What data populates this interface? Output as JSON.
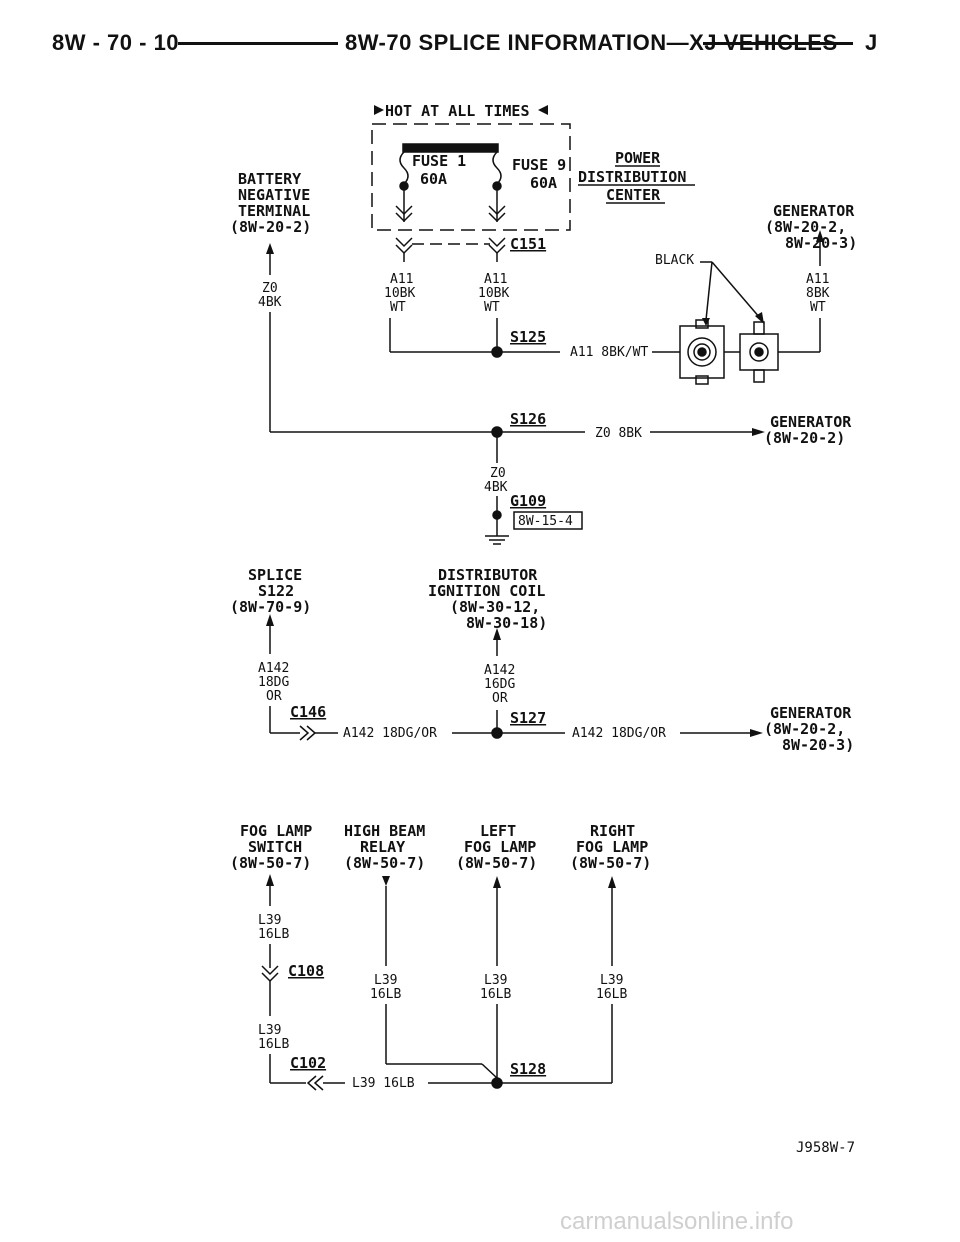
{
  "header": {
    "page_number": "8W - 70 - 10",
    "title": "8W-70 SPLICE INFORMATION—XJ VEHICLES",
    "letter": "J"
  },
  "diagram1": {
    "hot": "HOT AT ALL TIMES",
    "fuse1_a": "FUSE 1",
    "fuse1_b": "60A",
    "fuse9_a": "FUSE 9",
    "fuse9_b": "60A",
    "pdc": [
      "POWER",
      "DISTRIBUTION",
      "CENTER"
    ],
    "battery": [
      "BATTERY",
      "NEGATIVE",
      "TERMINAL",
      "(8W-20-2)"
    ],
    "generator_top": [
      "GENERATOR",
      "(8W-20-2,",
      "8W-20-3)"
    ],
    "c151": "C151",
    "a11_left": [
      "A11",
      "10BK",
      "WT"
    ],
    "a11_mid": [
      "A11",
      "10BK",
      "WT"
    ],
    "a11_right": [
      "A11",
      "8BK",
      "WT"
    ],
    "z0_left": [
      "Z0",
      "4BK"
    ],
    "black": "BLACK",
    "s125": "S125",
    "a11_8bkwt": "A11 8BK/WT",
    "s126": "S126",
    "z0_8bk": "Z0 8BK",
    "generator_mid": [
      "GENERATOR",
      "(8W-20-2)"
    ],
    "z0_bottom": [
      "Z0",
      "4BK"
    ],
    "g109": "G109",
    "ref": "8W-15-4"
  },
  "diagram2": {
    "splice": [
      "SPLICE",
      "S122",
      "(8W-70-9)"
    ],
    "distributor": [
      "DISTRIBUTOR",
      "IGNITION COIL",
      "(8W-30-12,",
      "8W-30-18)"
    ],
    "a142_left": [
      "A142",
      "18DG",
      "OR"
    ],
    "a142_mid": [
      "A142",
      "16DG",
      "OR"
    ],
    "c146": "C146",
    "s127": "S127",
    "wire_left": "A142 18DG/OR",
    "wire_right": "A142 18DG/OR",
    "generator": [
      "GENERATOR",
      "(8W-20-2,",
      "8W-20-3)"
    ]
  },
  "diagram3": {
    "fog_switch": [
      "FOG LAMP",
      "SWITCH",
      "(8W-50-7)"
    ],
    "high_beam": [
      "HIGH BEAM",
      "RELAY",
      "(8W-50-7)"
    ],
    "left_fog": [
      "LEFT",
      "FOG LAMP",
      "(8W-50-7)"
    ],
    "right_fog": [
      "RIGHT",
      "FOG LAMP",
      "(8W-50-7)"
    ],
    "l39_a": [
      "L39",
      "16LB"
    ],
    "c108": "C108",
    "l39_b": [
      "L39",
      "16LB"
    ],
    "l39_c": [
      "L39",
      "16LB"
    ],
    "l39_d": [
      "L39",
      "16LB"
    ],
    "l39_e": [
      "L39",
      "16LB"
    ],
    "c102": "C102",
    "s128": "S128",
    "wire": "L39 16LB"
  },
  "figure_id": "J958W-7",
  "watermark": "carmanualsonline.info"
}
